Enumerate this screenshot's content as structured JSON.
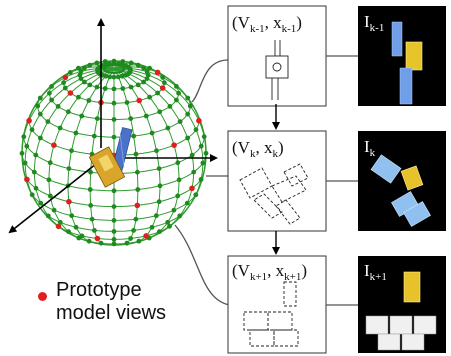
{
  "sphere": {
    "grid_color": "#2f9b2f",
    "node_color": "#1f8a1f",
    "prototype_color": "#e02020"
  },
  "frames": [
    {
      "state_label": "(V",
      "state_sub": "k-1",
      "sep": ", x",
      "state_sub2": "k-1",
      "close": ")",
      "image_label": "I",
      "image_sub": "k-1"
    },
    {
      "state_label": "(V",
      "state_sub": "k",
      "sep": ", x",
      "state_sub2": "k",
      "close": ")",
      "image_label": "I",
      "image_sub": "k"
    },
    {
      "state_label": "(V",
      "state_sub": "k+1",
      "sep": ", x",
      "state_sub2": "k+1",
      "close": ")",
      "image_label": "I",
      "image_sub": "k+1"
    }
  ],
  "legend": {
    "line1": "Prototype",
    "line2": "model views"
  }
}
